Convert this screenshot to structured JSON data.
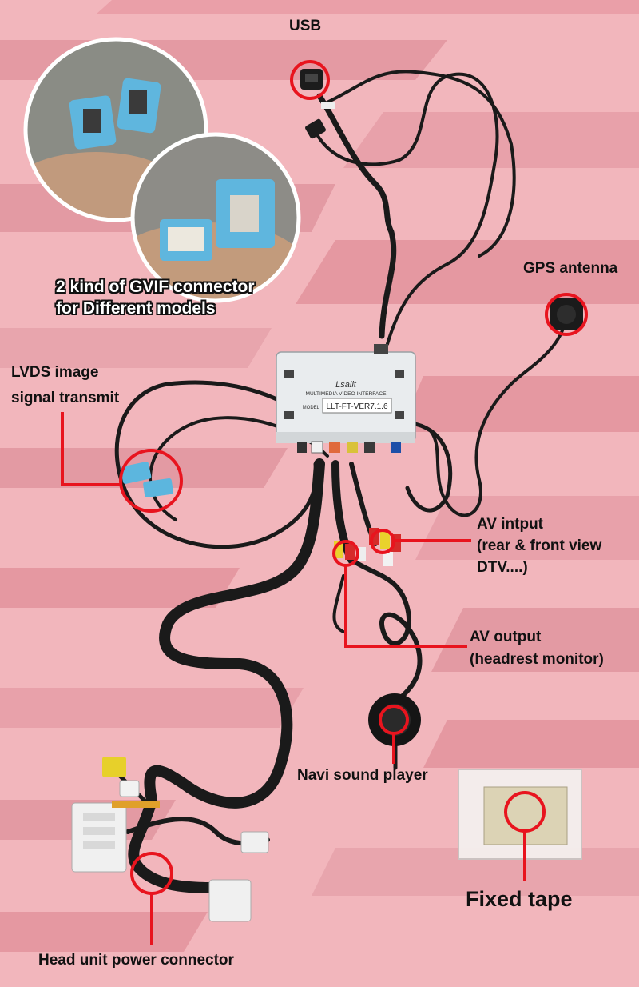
{
  "labels": {
    "usb": "USB",
    "gps_antenna": "GPS antenna",
    "gvif_line1": "2 kind of GVIF connector",
    "gvif_line2": "for Different models",
    "lvds_line1": "LVDS image",
    "lvds_line2": "signal transmit",
    "av_input_line1": "AV intput",
    "av_input_line2": "(rear & front view",
    "av_input_line3": "DTV....)",
    "av_output_line1": "AV output",
    "av_output_line2": "(headrest monitor)",
    "navi_sound_player": "Navi sound player",
    "fixed_tape": "Fixed tape",
    "head_unit_power": "Head unit power connector"
  },
  "device": {
    "brand": "Lsailt",
    "title": "MULTIMEDIA VIDEO INTERFACE",
    "model_prefix": "MODEL",
    "model": "LLT-FT-VER7.1.6"
  },
  "colors": {
    "background": "#f2b6bc",
    "stripe": "#e79ba4",
    "highlight": "#e8141e",
    "cable": "#1a1a1a",
    "connector_blue": "#5cb6de"
  }
}
